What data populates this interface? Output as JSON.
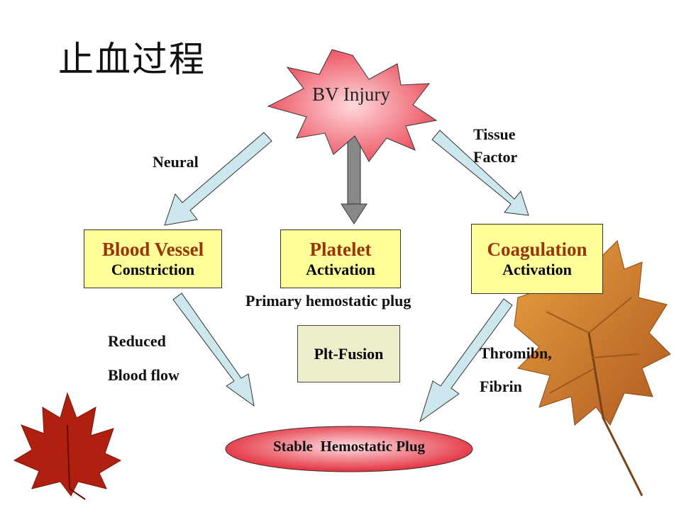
{
  "title": "止血过程",
  "injury": "BV Injury",
  "arrows": {
    "left": "Neural",
    "right_line1": "Tissue",
    "right_line2": "Factor"
  },
  "boxes": {
    "vessel": {
      "title": "Blood Vessel",
      "sub": "Constriction"
    },
    "platelet": {
      "title": "Platelet",
      "sub": "Activation"
    },
    "coag": {
      "title": "Coagulation",
      "sub": "Activation"
    }
  },
  "primary_plug": "Primary hemostatic plug",
  "plt_fusion": "Plt-Fusion",
  "reduced": {
    "line1": "Reduced",
    "line2": "Blood flow"
  },
  "thrombin": {
    "line1": "Thromibn,",
    "line2": "Fibrin"
  },
  "stable_plug": "Stable  Hemostatic Plug",
  "colors": {
    "box_fill": "#ffff99",
    "box_title": "#993300",
    "arrow_fill": "#cce8ee",
    "star_fill": "#f06070",
    "leaf_red": "#b02010",
    "leaf_orange": "#c87830"
  }
}
